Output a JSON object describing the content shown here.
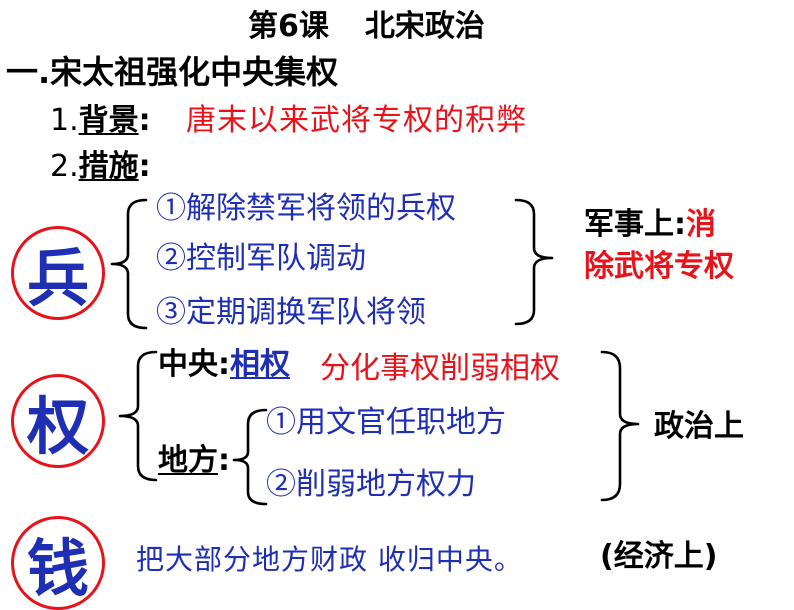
{
  "title": {
    "lesson": "第6课",
    "topic": "北宋政治"
  },
  "section1": {
    "heading": "一.宋太祖强化中央集权",
    "background": {
      "num": "1.",
      "label": "背景",
      "colon": ":",
      "text": "唐末以来武将专权的积弊"
    },
    "measures": {
      "num": "2.",
      "label": "措施",
      "colon": ":"
    }
  },
  "bing": {
    "char": "兵",
    "items": [
      "①解除禁军将领的兵权",
      "②控制军队调动",
      "③定期调换军队将领"
    ],
    "result_label": "军事上:",
    "result_line1_red": "消",
    "result_line2": "除武将专权"
  },
  "quan": {
    "char": "权",
    "central_label": "中央:",
    "central_key": "相权",
    "central_text": "分化事权削弱相权",
    "local_label": "地方",
    "local_colon": ":",
    "local_items": [
      "①用文官任职地方",
      "②削弱地方权力"
    ],
    "result": "政治上"
  },
  "qian": {
    "char": "钱",
    "text": "把大部分地方财政 收归中央。",
    "note": "(经济上)"
  },
  "colors": {
    "red": "#e8121a",
    "blue": "#1f2fb4",
    "black": "#000000"
  }
}
